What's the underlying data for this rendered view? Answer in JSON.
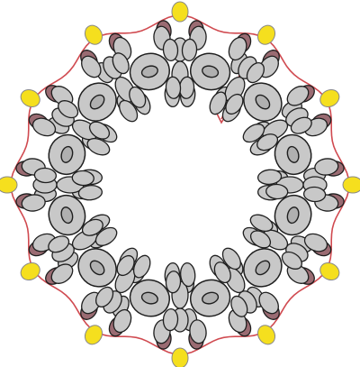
{
  "diagram": {
    "type": "beading-pattern-ring",
    "count": {
      "large_beads_with_holes": 12,
      "outer_yellow_beads": 12,
      "inner_grey_beads_per_cluster": 3,
      "dark_red_shadow_beads_per_cluster": 2
    },
    "colors": {
      "background": "#ffffff",
      "bead_grey": "#c8c8c8",
      "bead_outline": "#1f1f1f",
      "bead_grey_dark": "#b0b0b0",
      "bead_shadow_red": "#9a6b72",
      "bead_yellow": "#f5df1e",
      "thread": "#d04a50"
    },
    "thread_path": {
      "shape": "wavy-ring",
      "has_arrow": true,
      "arrow_direction": "down"
    },
    "icons": [
      "thread-arrow-icon"
    ]
  }
}
